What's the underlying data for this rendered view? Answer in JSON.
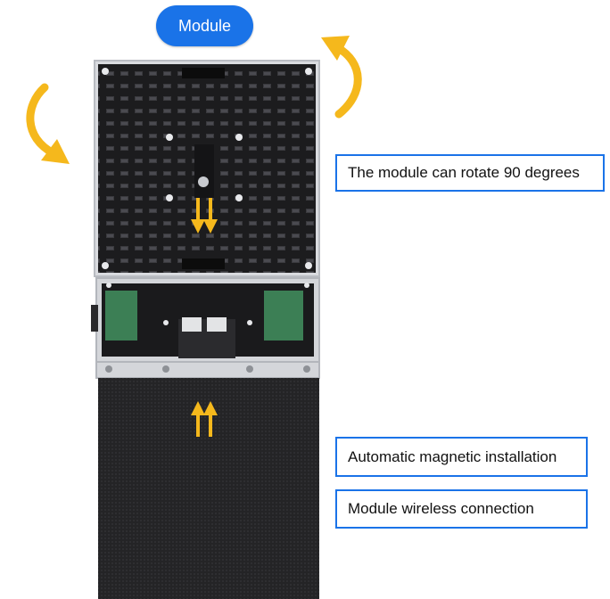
{
  "labels": {
    "module": "Module",
    "rotate": "The module can rotate 90 degrees",
    "magnetic": "Automatic magnetic installation",
    "wireless": "Module wireless connection"
  },
  "colors": {
    "label_blue": "#1a73e8",
    "arrow_yellow": "#f5b81c",
    "board_black": "#1c1c1e",
    "led_dark": "#242426",
    "frame_silver": "#c9ccd1",
    "pcb_green": "#3c7f55"
  },
  "icons": [
    "rotate-arrow-icon",
    "down-arrow-icon",
    "up-arrow-icon"
  ]
}
